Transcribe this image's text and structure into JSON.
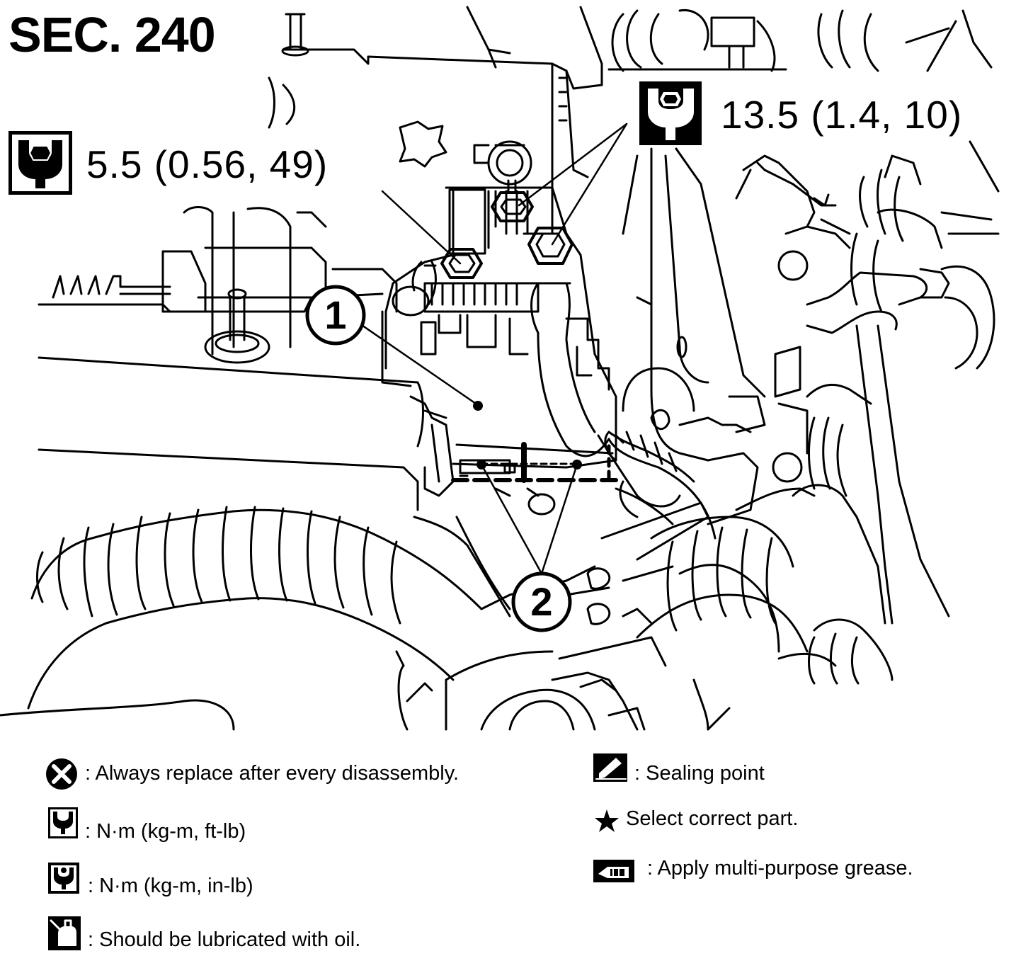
{
  "section": {
    "title": "SEC. 240"
  },
  "torque_labels": [
    {
      "value": "5.5 (0.56, 49)"
    },
    {
      "value": "13.5 (1.4, 10)"
    }
  ],
  "callouts": [
    {
      "number": "1"
    },
    {
      "number": "2"
    }
  ],
  "legend": {
    "always_replace": ": Always replace after every disassembly.",
    "nm_ftlb": ": N·m (kg-m, ft-lb)",
    "nm_inlb": ": N·m (kg-m, in-lb)",
    "lubricate": ": Should be lubricated with oil.",
    "sealing_point": ": Sealing point",
    "select_part": "Select correct part.",
    "grease": ": Apply multi-purpose grease."
  }
}
